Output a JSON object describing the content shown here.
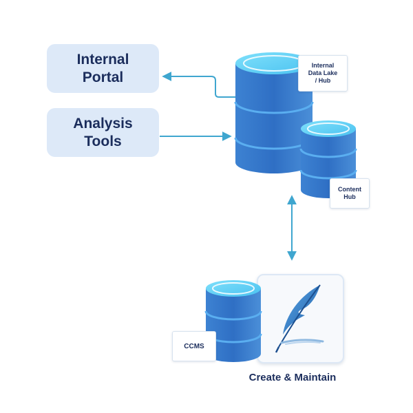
{
  "boxes": {
    "internal_portal": "Internal\nPortal",
    "analysis_tools": "Analysis\nTools"
  },
  "notes": {
    "data_lake": "Internal\nData Lake\n/ Hub",
    "content_hub": "Content\nHub",
    "ccms": "CCMS"
  },
  "caption": "Create & Maintain",
  "colors": {
    "box_fill": "#dde9f8",
    "text_dark": "#1b2d5c",
    "db_top": "#5fd0f7",
    "db_body": "#3a7fd0",
    "arrow": "#3fa6cf"
  },
  "icons": {
    "storage": "database-icon",
    "editor": "quill-feather-icon"
  }
}
